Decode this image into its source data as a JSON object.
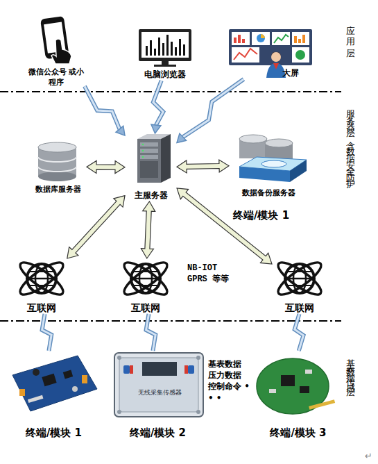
{
  "diagram": {
    "nodes": [
      {
        "text": [
          "微信公众号 或小程序"
        ]
      },
      {
        "text": [
          "电脑浏览器"
        ]
      },
      {
        "text": [
          "大屏"
        ]
      },
      {
        "text": [
          "主服务器"
        ]
      },
      {
        "text": [
          "数据库服务器"
        ]
      },
      {
        "text": [
          "数据备份服务器"
        ]
      },
      {
        "text": [
          "互联网"
        ]
      },
      {
        "text": [
          "互联网"
        ]
      },
      {
        "text": [
          "互联网"
        ]
      },
      {
        "text": [
          "终端/模块 1"
        ]
      },
      {
        "text": [
          "终端/模块 2"
        ]
      },
      {
        "text": [
          "终端/模块 3"
        ]
      }
    ],
    "edges": [
      {
        "from": 0,
        "to": 3,
        "arrow": "to"
      },
      {
        "from": 1,
        "to": 3,
        "arrow": "to"
      },
      {
        "from": 2,
        "to": 3,
        "arrow": "to"
      },
      {
        "from": 3,
        "to": 4,
        "arrow": "both"
      },
      {
        "from": 3,
        "to": 5,
        "arrow": "both"
      },
      {
        "from": 3,
        "to": 6,
        "arrow": "both"
      },
      {
        "from": 3,
        "to": 7,
        "arrow": "both"
      },
      {
        "from": 3,
        "to": 8,
        "arrow": "both"
      },
      {
        "from": 6,
        "to": 9,
        "arrow": "none"
      },
      {
        "from": 7,
        "to": 10,
        "arrow": "none"
      },
      {
        "from": 8,
        "to": 11,
        "arrow": "none"
      }
    ],
    "labels": [
      "终端/模块 1",
      "NB-IOT GPRS 等等",
      "基表数据 压力数据 控制命令 • • •",
      "无线采集传感器",
      "应用层",
      "服务器层（含数据安全防护）",
      "基表数据传感层",
      "↵"
    ]
  }
}
